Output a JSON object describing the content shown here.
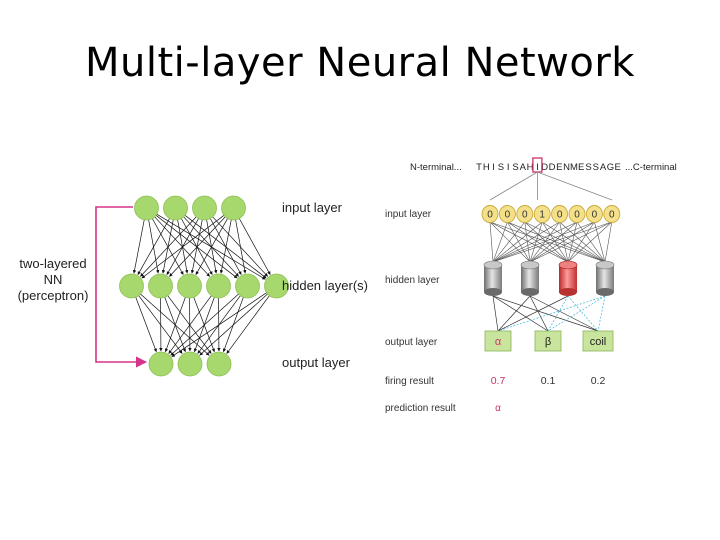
{
  "title": "Multi-layer Neural Network",
  "left_diagram": {
    "side_label": [
      "two-layered",
      "NN",
      "(perceptron)"
    ],
    "layers": [
      {
        "label": "input layer",
        "nodes": 4
      },
      {
        "label": "hidden layer(s)",
        "nodes": 6
      },
      {
        "label": "output layer",
        "nodes": 3
      }
    ],
    "colors": {
      "node": "#a6d86e",
      "bracket": "#d6338a"
    }
  },
  "right_diagram": {
    "sequence_prefix": "N-terminal...",
    "sequence_letters": [
      "T",
      "H",
      "I",
      "S",
      "I",
      "S",
      "A",
      "H",
      "I",
      "D",
      "D",
      "E",
      "N",
      "M",
      "E",
      "S",
      "S",
      "A",
      "G",
      "E"
    ],
    "highlight_index": 8,
    "sequence_suffix": "...C-terminal",
    "input_layer_label": "input layer",
    "input_bits": [
      "0",
      "0",
      "0",
      "1",
      "0",
      "0",
      "0",
      "0"
    ],
    "hidden_layer_label": "hidden layer",
    "hidden_units": 4,
    "active_hidden": 2,
    "output_layer_label": "output layer",
    "outputs": [
      {
        "name": "α",
        "firing": "0.7"
      },
      {
        "name": "β",
        "firing": "0.1"
      },
      {
        "name": "coil",
        "firing": "0.2"
      }
    ],
    "firing_label": "firing result",
    "prediction_label": "prediction result",
    "prediction": "α",
    "colors": {
      "input": "#f5e08a",
      "output": "#c9e49c",
      "highlight": "#cc3366",
      "active": "#e04848",
      "cyan": "#3ab4d8"
    }
  }
}
